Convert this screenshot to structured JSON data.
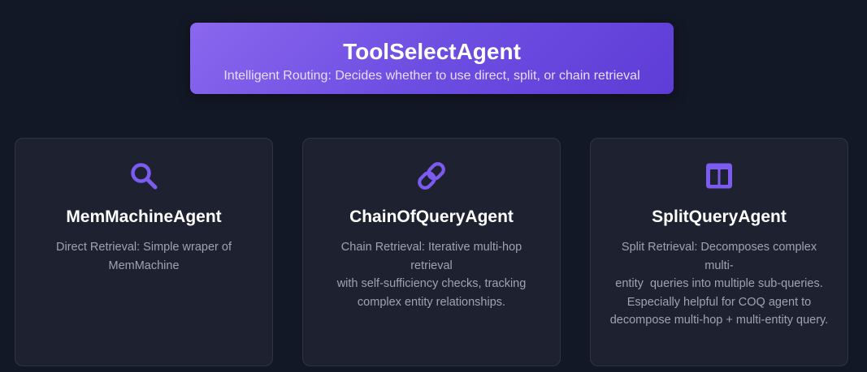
{
  "router": {
    "title": "ToolSelectAgent",
    "subtitle": "Intelligent Routing: Decides whether to use direct, split, or chain retrieval"
  },
  "colors": {
    "accent": "#7c5cf0",
    "background": "#131826",
    "card": "#1e2230"
  },
  "agents": [
    {
      "icon": "search-icon",
      "title": "MemMachineAgent",
      "description": "Direct Retrieval: Simple wraper of\nMemMachine"
    },
    {
      "icon": "link-icon",
      "title": "ChainOfQueryAgent",
      "description": "Chain Retrieval: Iterative multi-hop retrieval\nwith self-sufficiency checks, tracking\ncomplex entity relationships."
    },
    {
      "icon": "split-columns-icon",
      "title": "SplitQueryAgent",
      "description": "Split Retrieval: Decomposes complex multi-\nentity  queries into multiple sub-queries.\nEspecially helpful for COQ agent to\ndecompose multi-hop + multi-entity query."
    }
  ]
}
